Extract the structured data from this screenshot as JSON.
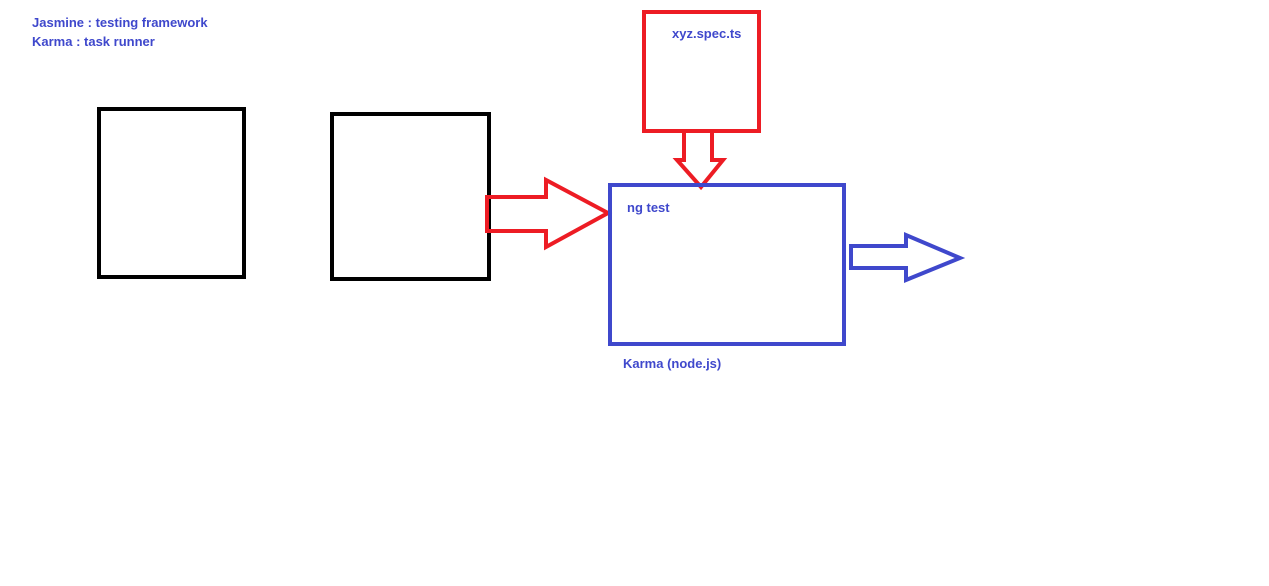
{
  "notes": {
    "line1": "Jasmine  : testing framework",
    "line2": "Karma : task runner"
  },
  "spec_box": {
    "label": "xyz.spec.ts"
  },
  "karma_box": {
    "inner_label": "ng test",
    "caption": "Karma (node.js)"
  },
  "colors": {
    "blue": "#3f48cc",
    "red": "#ed1c24",
    "black": "#000000"
  }
}
